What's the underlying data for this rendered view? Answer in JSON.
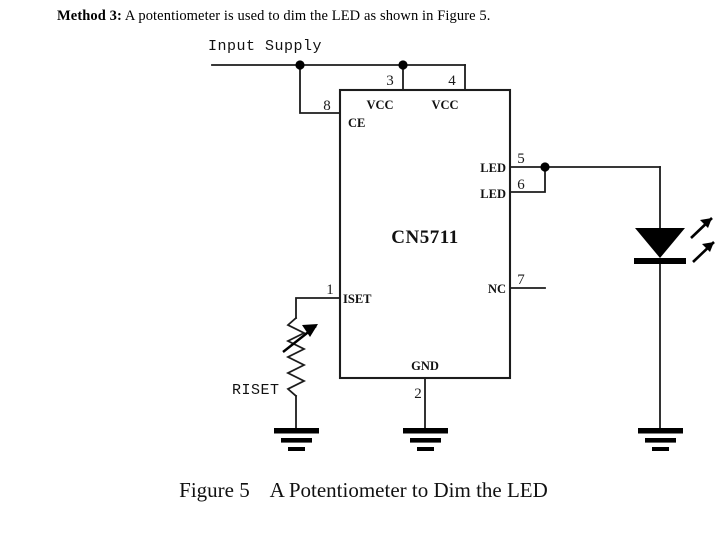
{
  "document": {
    "method_prefix": "Method 3:",
    "method_text": " A potentiometer is used to dim the LED as shown in Figure 5.",
    "caption": "Figure 5    A Potentiometer to Dim the LED"
  },
  "schematic": {
    "supply_label": "Input Supply",
    "chip_name": "CN5711",
    "resistor_label": "RISET",
    "pins": [
      {
        "number": "1",
        "name": "ISET",
        "side": "left"
      },
      {
        "number": "2",
        "name": "GND",
        "side": "bottom"
      },
      {
        "number": "3",
        "name": "VCC",
        "side": "top"
      },
      {
        "number": "4",
        "name": "VCC",
        "side": "top"
      },
      {
        "number": "5",
        "name": "LED",
        "side": "right"
      },
      {
        "number": "6",
        "name": "LED",
        "side": "right"
      },
      {
        "number": "7",
        "name": "NC",
        "side": "right"
      },
      {
        "number": "8",
        "name": "CE",
        "side": "left"
      }
    ],
    "pin_labels": {
      "iset": "ISET",
      "gnd": "GND",
      "vcc_3": "VCC",
      "vcc_4": "VCC",
      "led_5": "LED",
      "led_6": "LED",
      "nc_7": "NC",
      "ce_8": "CE"
    },
    "pin_numbers": {
      "p1": "1",
      "p2": "2",
      "p3": "3",
      "p4": "4",
      "p5": "5",
      "p6": "6",
      "p7": "7",
      "p8": "8"
    },
    "components": [
      {
        "type": "ic",
        "name": "CN5711"
      },
      {
        "type": "potentiometer",
        "name": "RISET"
      },
      {
        "type": "led",
        "name": "LED"
      },
      {
        "type": "ground",
        "name": "GND-chip"
      },
      {
        "type": "ground",
        "name": "GND-riset"
      },
      {
        "type": "ground",
        "name": "GND-led"
      }
    ],
    "colors": {
      "wire": "#1c1c1c",
      "text": "#111111",
      "background": "#ffffff"
    }
  }
}
